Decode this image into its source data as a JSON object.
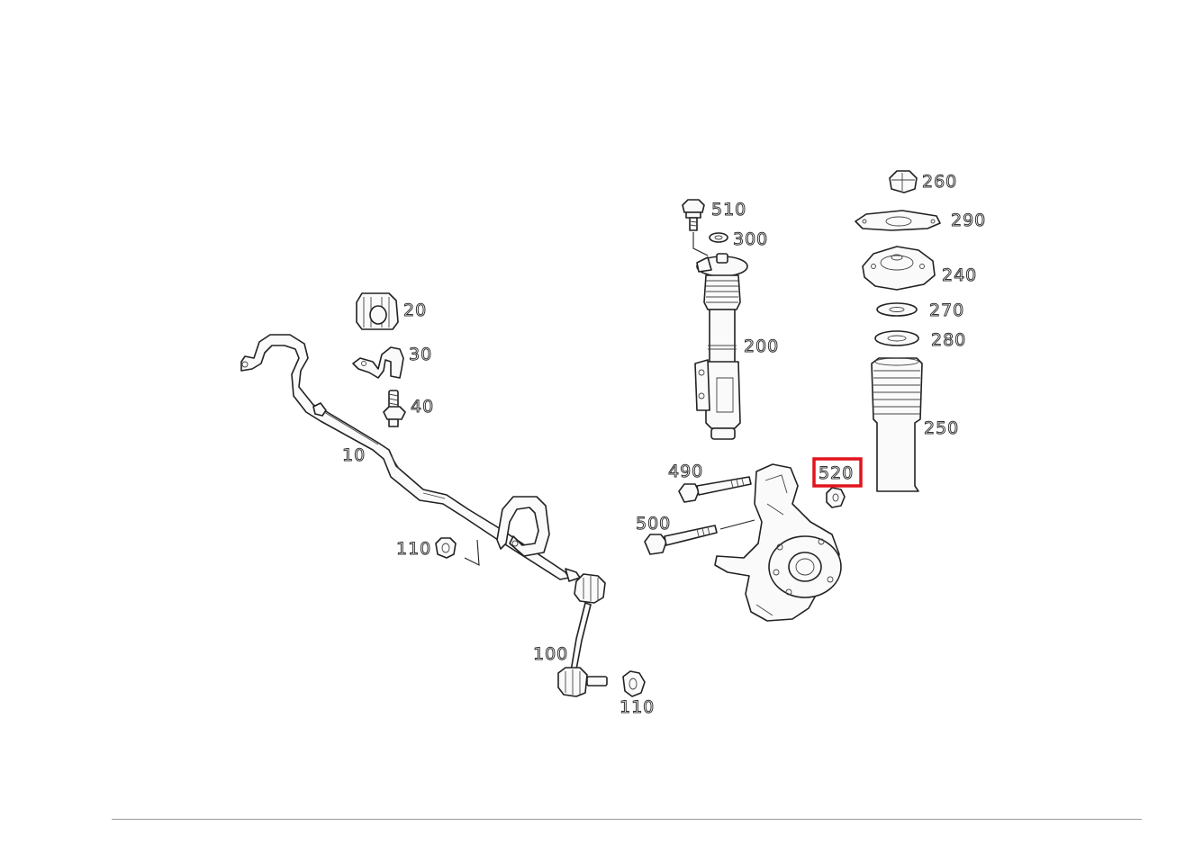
{
  "callouts": {
    "c10": "10",
    "c20": "20",
    "c30": "30",
    "c40": "40",
    "c100": "100",
    "c110a": "110",
    "c110b": "110",
    "c200": "200",
    "c240": "240",
    "c250": "250",
    "c260": "260",
    "c270": "270",
    "c280": "280",
    "c290": "290",
    "c300": "300",
    "c490": "490",
    "c500": "500",
    "c510": "510",
    "c520": "520"
  },
  "highlight": {
    "selected_callout": "520",
    "color": "#e1141b"
  },
  "colors": {
    "line": "#222222",
    "background": "#ffffff",
    "footer_rule": "#9a9a9a"
  }
}
